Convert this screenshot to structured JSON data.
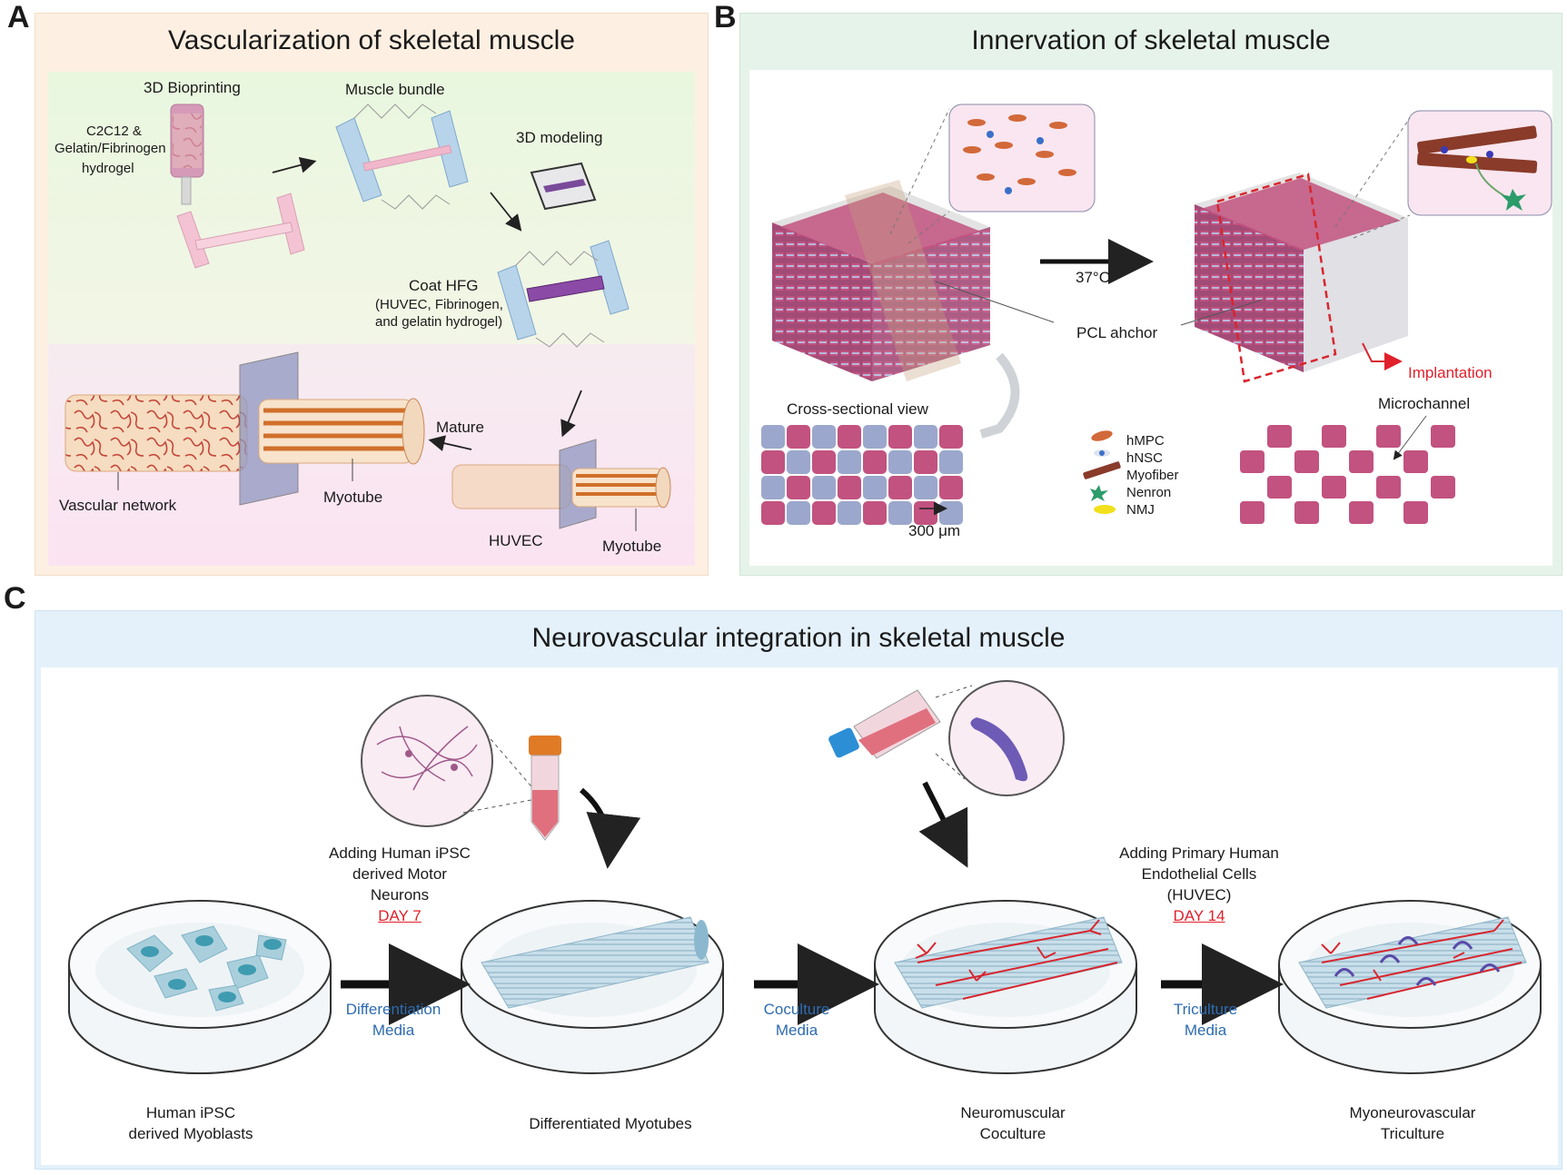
{
  "panel_a": {
    "letter": "A",
    "title": "Vascularization of skeletal muscle",
    "labels": {
      "bioprinting": "3D Bioprinting",
      "c2c12": "C2C12 &",
      "gelatin": "Gelatin/Fibrinogen",
      "hydrogel": "hydrogel",
      "muscle_bundle": "Muscle bundle",
      "modeling": "3D modeling",
      "coat_hfg": "Coat HFG",
      "coat_1": "(HUVEC, Fibrinogen,",
      "coat_2": "and gelatin hydrogel)",
      "mature": "Mature",
      "vascular_network": "Vascular network",
      "myotube_1": "Myotube",
      "huvec": "HUVEC",
      "myotube_2": "Myotube"
    }
  },
  "panel_b": {
    "letter": "B",
    "title": "Innervation of skeletal muscle",
    "labels": {
      "temp": "37°C",
      "pcl": "PCL ahchor",
      "implantation": "Implantation",
      "cross_section": "Cross-sectional view",
      "scale": "300 μm",
      "microchannel": "Microchannel"
    },
    "legend": [
      "hMPC",
      "hNSC",
      "Myofiber",
      "Nenron",
      "NMJ"
    ]
  },
  "panel_c": {
    "letter": "C",
    "title": "Neurovascular integration in skeletal muscle",
    "add_neurons": [
      "Adding Human iPSC",
      "derived Motor",
      "Neurons"
    ],
    "day7": "DAY 7",
    "add_huvec": [
      "Adding Primary Human",
      "Endothelial Cells",
      "(HUVEC)"
    ],
    "day14": "DAY 14",
    "media": [
      [
        "Differentiation",
        "Media"
      ],
      [
        "Coculture",
        "Media"
      ],
      [
        "Triculture",
        "Media"
      ]
    ],
    "stages": [
      [
        "Human iPSC",
        "derived Myoblasts"
      ],
      [
        "Differentiated Myotubes"
      ],
      [
        "Neuromuscular",
        "Coculture"
      ],
      [
        "Myoneurovascular",
        "Triculture"
      ]
    ]
  },
  "colors": {
    "panel_a_header": "#fdf0e2",
    "panel_b_header": "#e6f3ea",
    "panel_c_header": "#e4f1fb",
    "muscle_pink": "#c2527f",
    "channel_blue": "#9ba7cc",
    "nerve_red": "#d8262e",
    "cell_teal": "#3f9bb0",
    "annotation_red": "#e0202a",
    "media_blue": "#2d6bb0"
  }
}
